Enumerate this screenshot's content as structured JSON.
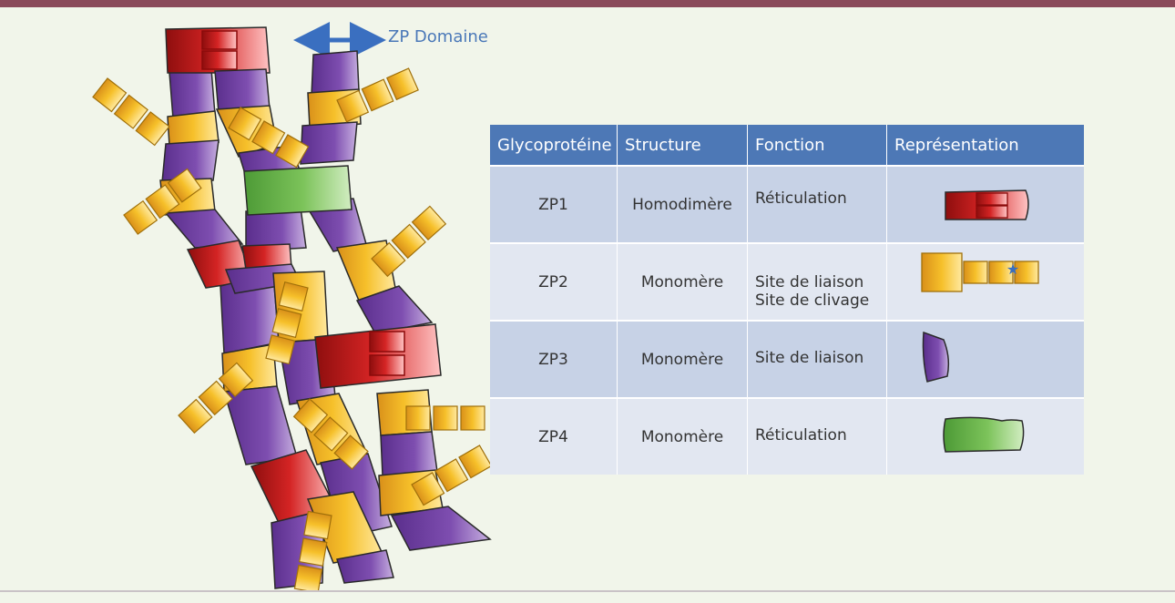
{
  "zp_domain_label": "ZP Domaine",
  "table": {
    "headers": [
      "Glycoprotéine",
      "Structure",
      "Fonction",
      "Représentation"
    ],
    "rows": [
      {
        "glycoprotein": "ZP1",
        "structure": "Homodimère",
        "function_lines": [
          "Réticulation"
        ],
        "representation": "red-dimer-block"
      },
      {
        "glycoprotein": "ZP2",
        "structure": "Monomère",
        "function_lines": [
          "Site de liaison",
          "Site de clivage"
        ],
        "representation": "yellow-segmented-block-with-star"
      },
      {
        "glycoprotein": "ZP3",
        "structure": "Monomère",
        "function_lines": [
          "Site de liaison"
        ],
        "representation": "purple-block"
      },
      {
        "glycoprotein": "ZP4",
        "structure": "Monomère",
        "function_lines": [
          "Réticulation"
        ],
        "representation": "green-block"
      }
    ]
  },
  "colors": {
    "background": "#f1f5ea",
    "top_bar": "#8a4a5a",
    "header": "#4d78b6",
    "row_dark": "#c7d2e6",
    "row_light": "#e2e7f1",
    "zp1_red": "#c81e1e",
    "zp2_yellow": "#f2b81e",
    "zp3_purple": "#7a4aa8",
    "zp4_green": "#6ab84a",
    "arrow": "#3a6fc0"
  }
}
